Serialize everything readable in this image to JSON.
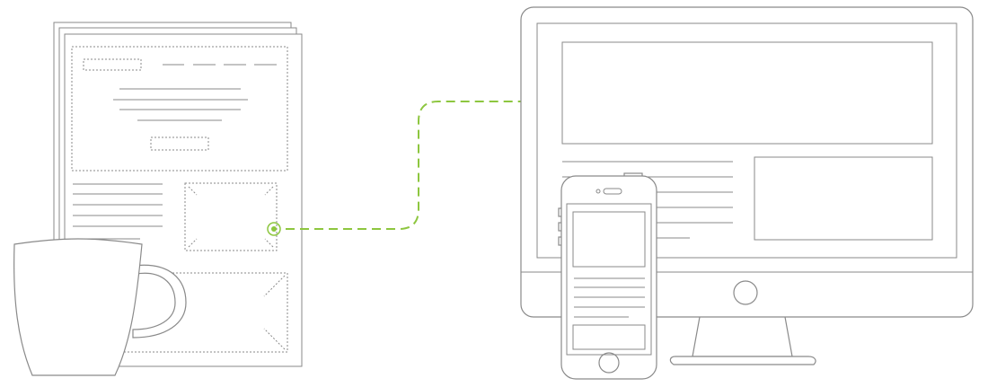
{
  "illustration": {
    "items": [
      "paper-wireframe",
      "coffee-mug",
      "desktop-monitor",
      "smartphone",
      "connector"
    ],
    "colors": {
      "stroke": "#8a8a8a",
      "paper_fill": "#ffffff",
      "accent": "#8dc63f"
    },
    "icons": [
      "coffee-mug-icon",
      "desktop-monitor-icon",
      "smartphone-icon"
    ]
  }
}
